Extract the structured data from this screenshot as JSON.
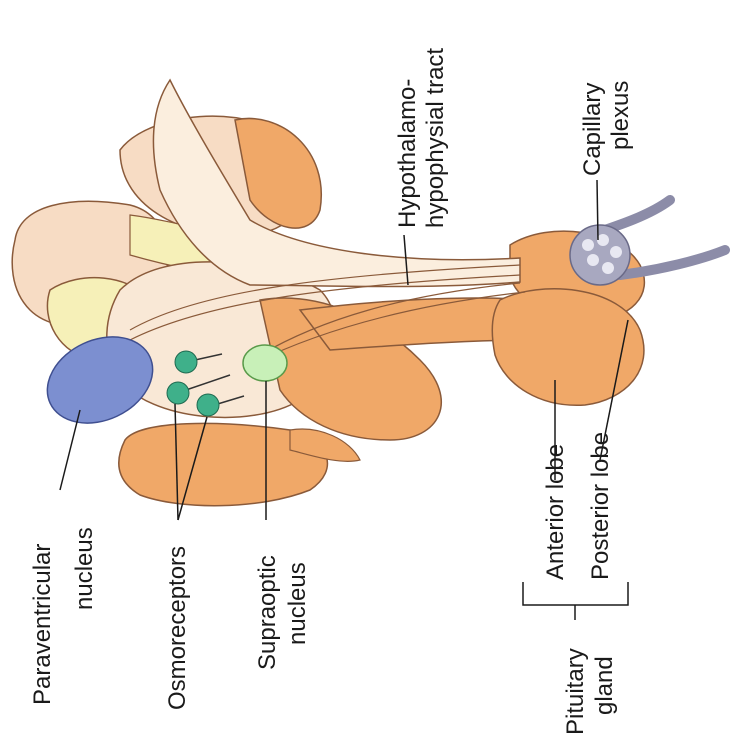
{
  "diagram": {
    "labels": {
      "hypothalamo_tract_line1": "Hypothalamo-",
      "hypothalamo_tract_line2": "hypophysial tract",
      "capillary_line1": "Capillary",
      "capillary_line2": "plexus",
      "paraventricular_line1": "Paraventricular",
      "paraventricular_line2": "nucleus",
      "osmoreceptors": "Osmoreceptors",
      "supraoptic_line1": "Supraoptic",
      "supraoptic_line2": "nucleus",
      "anterior_lobe": "Anterior lobe",
      "posterior_lobe": "Posterior lobe",
      "pituitary_line1": "Pituitary",
      "pituitary_line2": "gland"
    },
    "colors": {
      "tissue_light": "#f7dcc4",
      "tissue_orange": "#f0a868",
      "tissue_pale_yellow": "#f6f0b8",
      "paraventricular": "#7c8fd0",
      "supraoptic": "#c8f0b8",
      "osmoreceptor": "#3fb08a",
      "tract": "#fbeede",
      "outline": "#8a5a3a",
      "plexus": "#a8a8c0"
    }
  }
}
